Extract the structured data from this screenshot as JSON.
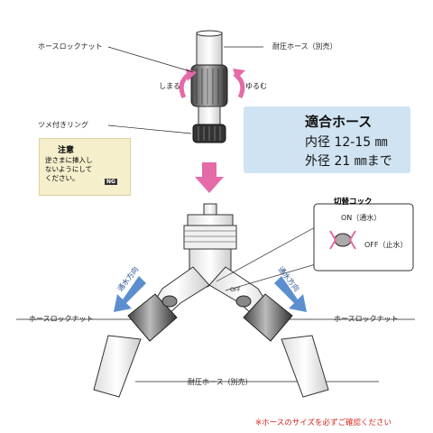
{
  "labels": {
    "hose_lock_nut_top": "ホースロックナット",
    "hose_top_right": "耐圧ホース（別売）",
    "tighten": "しまる",
    "loosen": "ゆるむ",
    "claw_ring": "ツメ付きリング",
    "hose_lock_nut_left": "ホースロックナット",
    "hose_lock_nut_right": "ホースロックナット",
    "hose_bottom": "耐圧ホース（別売）",
    "flow_left": "通水方向",
    "flow_right": "通水方向",
    "off_small": "OFF"
  },
  "warning": {
    "title": "注意",
    "text": "逆さまに挿入しないようにしてください。",
    "badge": "NG"
  },
  "spec": {
    "title": "適合ホース",
    "inner": "内径 12-15 ㎜",
    "outer": "外径 21 ㎜まで"
  },
  "cock": {
    "title": "切替コック",
    "on": "ON（通水）",
    "off": "OFF（止水）"
  },
  "footnote": "※ホースのサイズを必ずご確認ください",
  "colors": {
    "arrow_pink": "#e46aa8",
    "callout_blue": "#cfe3f2",
    "warning_bg": "#f5efcc",
    "footnote_red": "#d8241c"
  }
}
